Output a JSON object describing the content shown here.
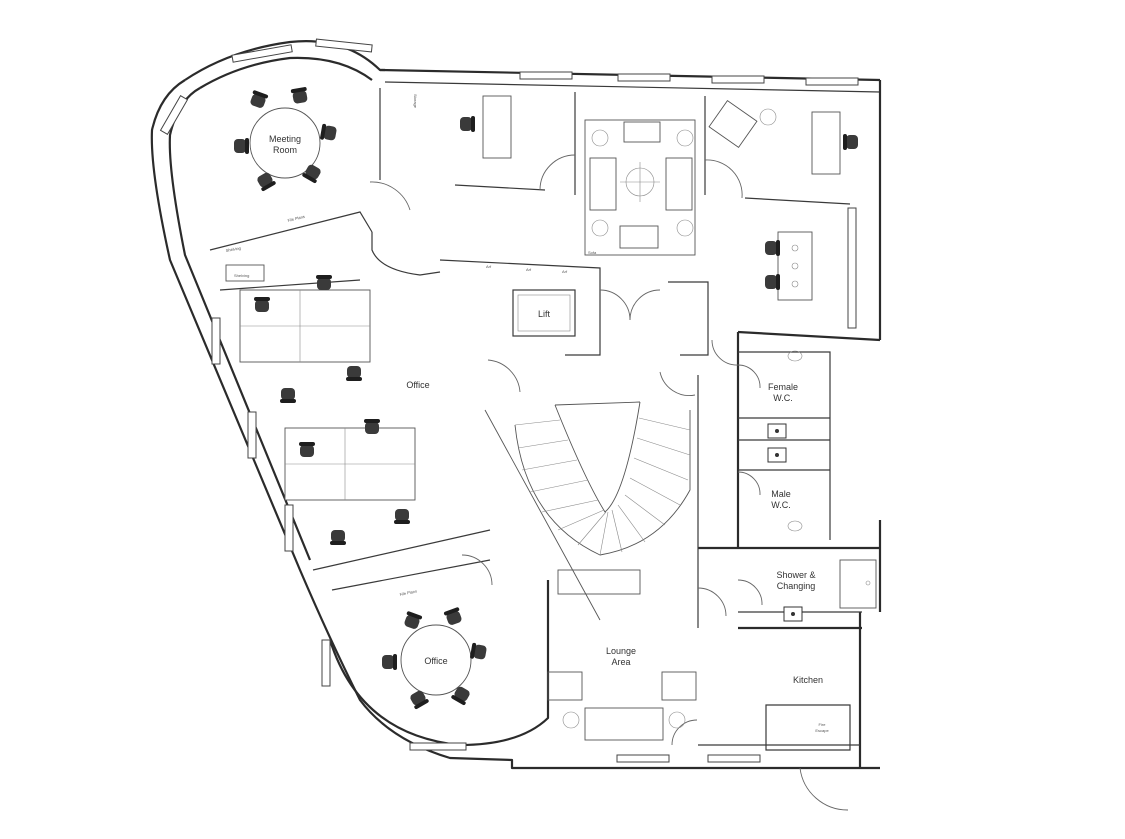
{
  "rooms": {
    "meeting_room": [
      "Meeting",
      "Room"
    ],
    "office_main": "Office",
    "office_round": "Office",
    "lift": "Lift",
    "female_wc": [
      "Female",
      "W.C."
    ],
    "male_wc": [
      "Male",
      "W.C."
    ],
    "shower": [
      "Shower &",
      "Changing"
    ],
    "lounge": [
      "Lounge",
      "Area"
    ],
    "kitchen": "Kitchen",
    "fire_escape": [
      "Fire",
      "Escape"
    ]
  },
  "small_labels": {
    "file_plans_top": "File Plans",
    "file_plans_bottom": "File Plans",
    "shelving_1": "Shelving",
    "shelving_2": "Shelving",
    "storage": "Storage",
    "sofa_marks": [
      "Arf",
      "Arf",
      "Arf"
    ],
    "sofa_label": "Sofa"
  },
  "colors": {
    "wall": "#2b2b2b",
    "chair": "#2f2f2f",
    "background": "#ffffff"
  },
  "icons": {
    "chair": "office-chair-icon",
    "sink": "sink-icon",
    "toilet": "toilet-icon",
    "door_swing": "door-swing-icon",
    "staircase": "staircase-icon"
  }
}
